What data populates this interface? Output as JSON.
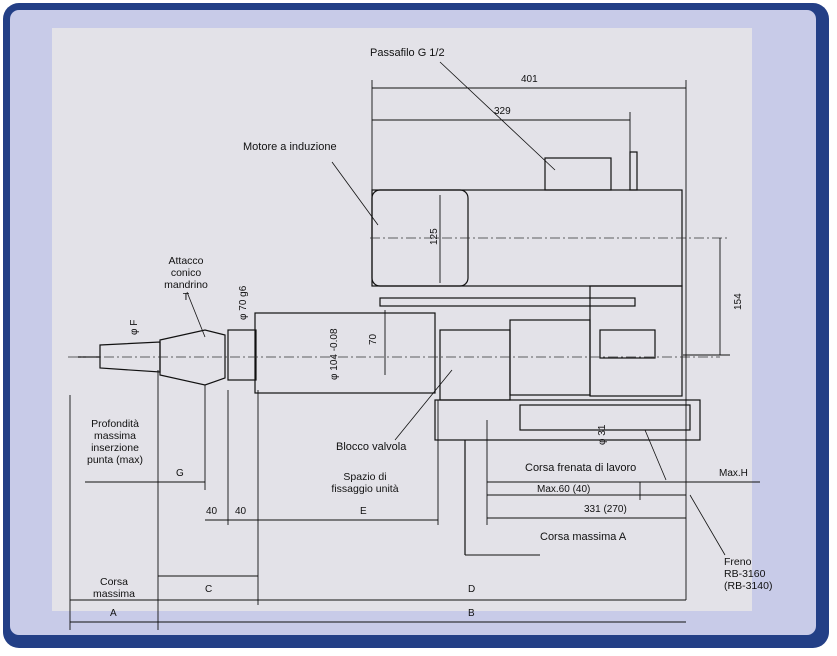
{
  "labels": {
    "passafilo": "Passafilo G 1/2",
    "motore": "Motore a induzione",
    "attacco": "Attacco\nconico\nmandrino\nT",
    "profondita": "Profondità\nmassima\ninserzione\npunta (max)",
    "blocco": "Blocco valvola",
    "spazio": "Spazio di\nfissaggio unità",
    "corsa_frenata": "Corsa frenata di lavoro",
    "corsa_massima_a": "Corsa massima A",
    "freno": "Freno\nRB-3160\n(RB-3140)",
    "corsa_massima": "Corsa\nmassima"
  },
  "dimensions": {
    "d401": "401",
    "d329": "329",
    "d125": "125",
    "d154": "154",
    "d70": "70",
    "d40a": "40",
    "d40b": "40",
    "dE": "E",
    "dG": "G",
    "dC": "C",
    "dD": "D",
    "dA": "A",
    "dB": "B",
    "max60": "Max.60 (40)",
    "d331": "331 (270)",
    "maxH": "Max.H",
    "phiF": "φ F",
    "phi104": "φ 104 -0.08",
    "phi70": "φ 70 g6",
    "phi31": "φ 31"
  },
  "colors": {
    "frame": "#233f86",
    "inner": "#c8cbe8",
    "paper": "#e3e2e8",
    "line": "#111111"
  }
}
